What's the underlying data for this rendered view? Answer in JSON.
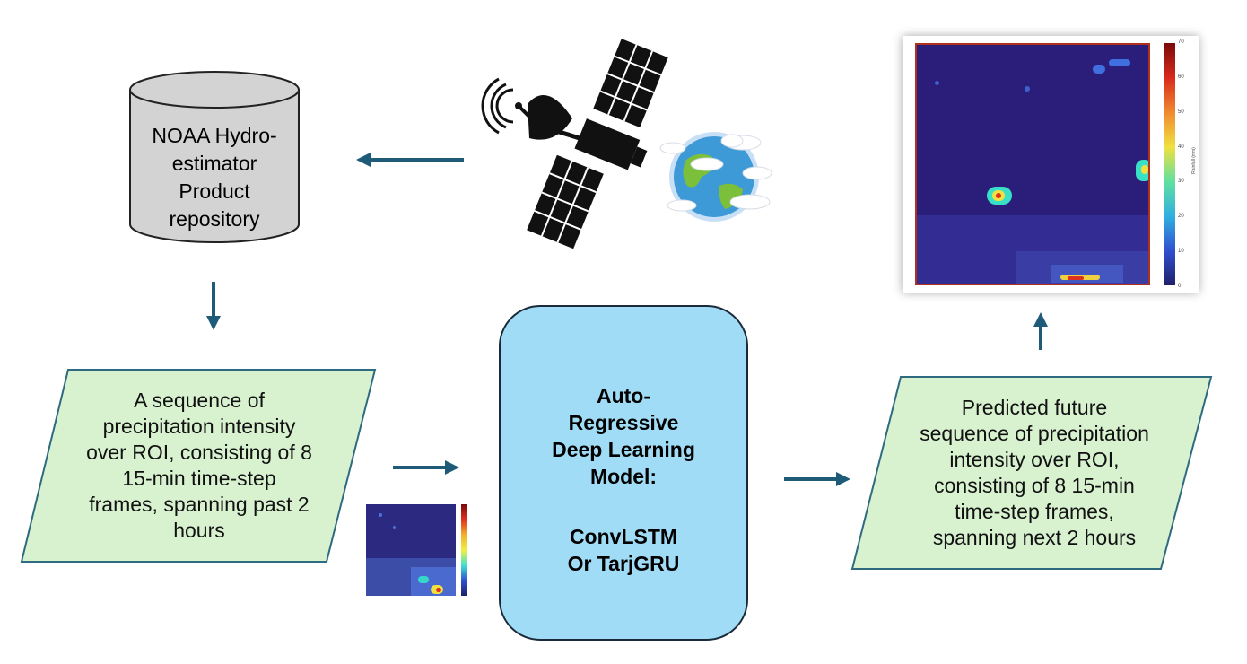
{
  "repository": {
    "label": "NOAA Hydro-\nestimator\nProduct\nrepository"
  },
  "input": {
    "text": "A sequence of\nprecipitation intensity\nover ROI, consisting of 8\n15-min time-step\nframes, spanning past 2\nhours"
  },
  "model": {
    "title": "Auto-\nRegressive\nDeep Learning\nModel:",
    "variants": "ConvLSTM\nOr TarjGRU"
  },
  "output": {
    "text": "Predicted future\nsequence of precipitation\nintensity over ROI,\nconsisting of 8 15-min\ntime-step frames,\nspanning next 2 hours"
  },
  "colorbar": {
    "ticks": [
      "70",
      "60",
      "50",
      "40",
      "30",
      "20",
      "10",
      "0"
    ],
    "label": "Rainfall (mm)"
  },
  "colors": {
    "arrow": "#1d5b78",
    "parallelogram_fill": "#d8f2d0",
    "model_fill": "#a0dcf5",
    "cylinder_fill": "#d3d3d3",
    "map_bg": "#2b1e7a"
  },
  "icons": [
    "satellite-icon",
    "earth-icon",
    "arrow-left-icon",
    "arrow-down-icon",
    "arrow-right-icon",
    "arrow-up-icon"
  ]
}
